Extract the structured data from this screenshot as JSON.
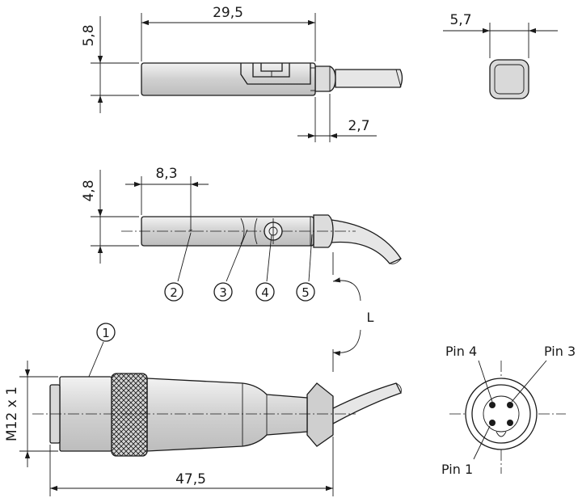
{
  "dimensions": {
    "length_top": "29,5",
    "height_top": "5,8",
    "width_end": "5,7",
    "offset_rear": "2,7",
    "height_side": "4,8",
    "offset_point": "8,3",
    "connector_thread": "M12 x 1",
    "connector_length": "47,5",
    "cable_length": "L"
  },
  "callouts": [
    "1",
    "2",
    "3",
    "4",
    "5"
  ],
  "pins": {
    "pin1": "Pin 1",
    "pin3": "Pin 3",
    "pin4": "Pin 4"
  }
}
